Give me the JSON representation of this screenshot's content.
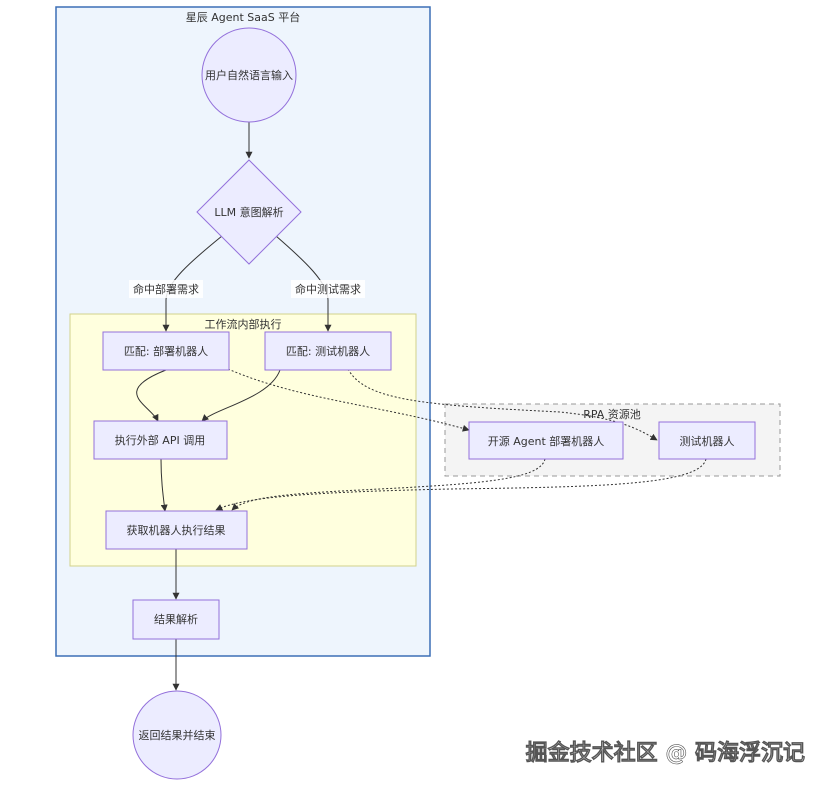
{
  "clusters": {
    "saas_platform": "星辰 Agent SaaS 平台",
    "workflow": "工作流内部执行",
    "rpa_pool": "RPA 资源池"
  },
  "nodes": {
    "user_input": "用户自然语言输入",
    "llm_parse": "LLM 意图解析",
    "match_deploy": "匹配: 部署机器人",
    "match_test": "匹配: 测试机器人",
    "call_api": "执行外部 API 调用",
    "get_result": "获取机器人执行结果",
    "parse_result": "结果解析",
    "return_end": "返回结果并结束",
    "deploy_robot": "开源 Agent 部署机器人",
    "test_robot": "测试机器人"
  },
  "edge_labels": {
    "hit_deploy": "命中部署需求",
    "hit_test": "命中测试需求"
  },
  "watermark": "掘金技术社区 @ 码海浮沉记",
  "colors": {
    "node_fill": "#ECECFF",
    "node_stroke": "#9370DB",
    "saas_fill": "#EEF5FD",
    "saas_stroke": "#3B6FB6",
    "workflow_fill": "#FFFFDE",
    "workflow_stroke": "#D2D28C",
    "rpa_fill": "#F4F4F4",
    "rpa_stroke": "#999999",
    "edge": "#333333"
  }
}
